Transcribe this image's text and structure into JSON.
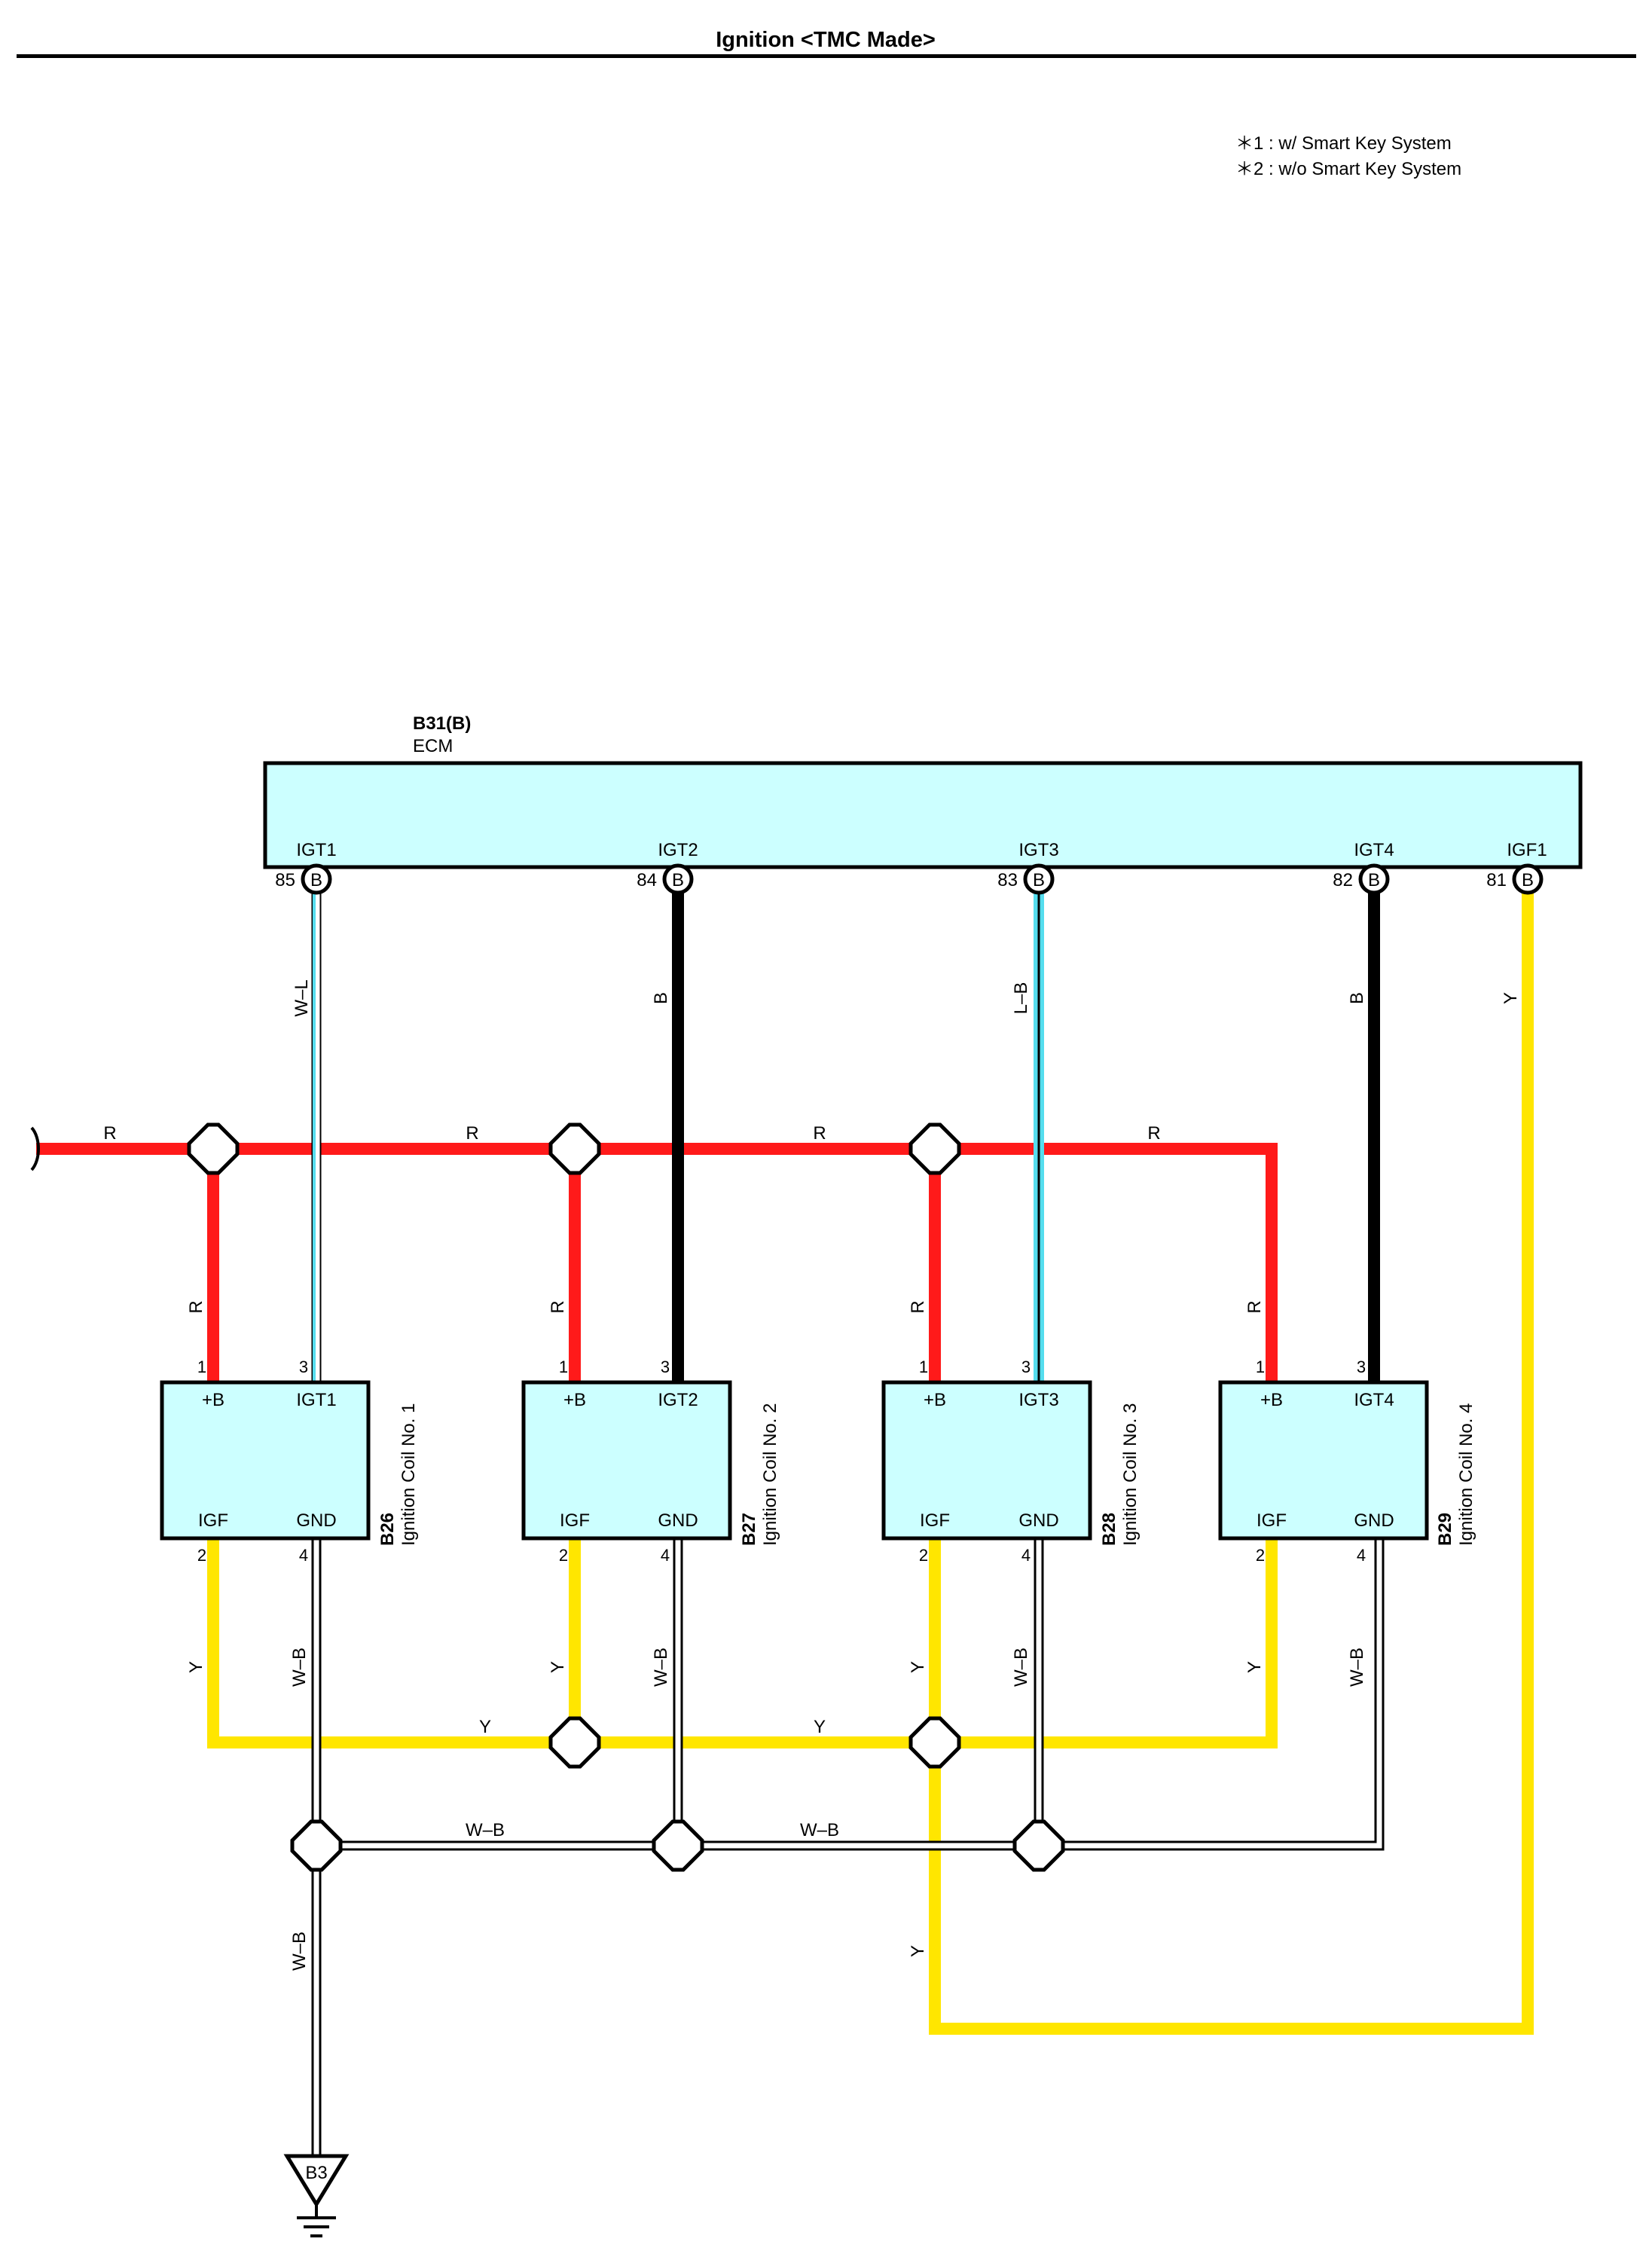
{
  "title": "Ignition <TMC Made>",
  "notes": [
    "＊1 : w/ Smart Key System",
    "＊2 : w/o Smart Key System"
  ],
  "ecm": {
    "code": "B31(B)",
    "name": "ECM",
    "terminals": [
      {
        "label": "IGT1",
        "pin": "85",
        "wire": "W–L"
      },
      {
        "label": "IGT2",
        "pin": "84",
        "wire": "B"
      },
      {
        "label": "IGT3",
        "pin": "83",
        "wire": "L–B"
      },
      {
        "label": "IGT4",
        "pin": "82",
        "wire": "B"
      },
      {
        "label": "IGF1",
        "pin": "81",
        "wire": "Y"
      }
    ],
    "connector_letter": "B"
  },
  "coils": [
    {
      "code": "B26",
      "name": "Ignition Coil No. 1",
      "plus": "+B",
      "igt": "IGT1",
      "igf": "IGF",
      "gnd": "GND",
      "pin_plus": "1",
      "pin_igt": "3",
      "pin_igf": "2",
      "pin_gnd": "4"
    },
    {
      "code": "B27",
      "name": "Ignition Coil No. 2",
      "plus": "+B",
      "igt": "IGT2",
      "igf": "IGF",
      "gnd": "GND",
      "pin_plus": "1",
      "pin_igt": "3",
      "pin_igf": "2",
      "pin_gnd": "4"
    },
    {
      "code": "B28",
      "name": "Ignition Coil No. 3",
      "plus": "+B",
      "igt": "IGT3",
      "igf": "IGF",
      "gnd": "GND",
      "pin_plus": "1",
      "pin_igt": "3",
      "pin_igf": "2",
      "pin_gnd": "4"
    },
    {
      "code": "B29",
      "name": "Ignition Coil No. 4",
      "plus": "+B",
      "igt": "IGT4",
      "igf": "IGF",
      "gnd": "GND",
      "pin_plus": "1",
      "pin_igt": "3",
      "pin_igf": "2",
      "pin_gnd": "4"
    }
  ],
  "wire_labels": {
    "power": "R",
    "signal_y": "Y",
    "ground": "W–B"
  },
  "ground_point": "B3",
  "colors": {
    "red": "#ff1a1a",
    "yellow": "#ffe600",
    "light_blue": "#55ddee",
    "black": "#000000",
    "component_fill": "#ccffff"
  }
}
